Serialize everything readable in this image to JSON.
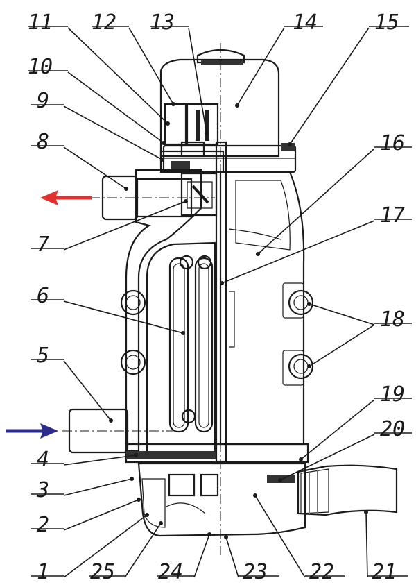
{
  "labels": [
    {
      "id": "1",
      "text": "1"
    },
    {
      "id": "2",
      "text": "2"
    },
    {
      "id": "3",
      "text": "3"
    },
    {
      "id": "4",
      "text": "4"
    },
    {
      "id": "5",
      "text": "5"
    },
    {
      "id": "6",
      "text": "6"
    },
    {
      "id": "7",
      "text": "7"
    },
    {
      "id": "8",
      "text": "8"
    },
    {
      "id": "9",
      "text": "9"
    },
    {
      "id": "10",
      "text": "10"
    },
    {
      "id": "11",
      "text": "11"
    },
    {
      "id": "12",
      "text": "12"
    },
    {
      "id": "13",
      "text": "13"
    },
    {
      "id": "14",
      "text": "14"
    },
    {
      "id": "15",
      "text": "15"
    },
    {
      "id": "16",
      "text": "16"
    },
    {
      "id": "17",
      "text": "17"
    },
    {
      "id": "18",
      "text": "18"
    },
    {
      "id": "19",
      "text": "19"
    },
    {
      "id": "20",
      "text": "20"
    },
    {
      "id": "21",
      "text": "21"
    },
    {
      "id": "22",
      "text": "22"
    },
    {
      "id": "23",
      "text": "23"
    },
    {
      "id": "24",
      "text": "24"
    },
    {
      "id": "25",
      "text": "25"
    }
  ],
  "colors": {
    "outlet_arrow": "#e03030",
    "inlet_arrow": "#2c2c8c",
    "section_red": "#d8232a",
    "section_yellow": "#f2d43a",
    "housing_gray": "#a9a9a9",
    "body_light": "#ececec",
    "cap": "#e2e2e2"
  }
}
